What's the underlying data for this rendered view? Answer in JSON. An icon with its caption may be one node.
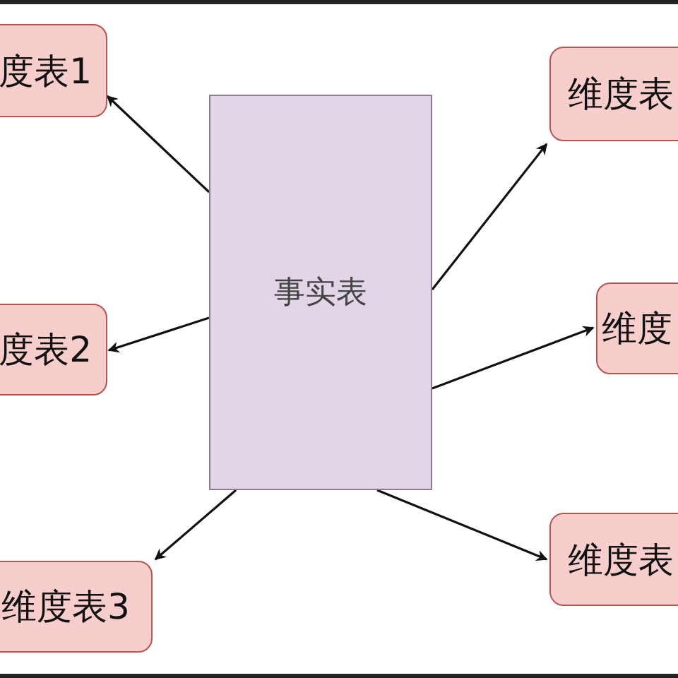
{
  "diagram": {
    "nodes": [
      {
        "text": [
          "事实表"
        ]
      },
      {
        "text": [
          "度表1"
        ]
      },
      {
        "text": [
          "维度表"
        ]
      },
      {
        "text": [
          "度表2"
        ]
      },
      {
        "text": [
          "维度"
        ]
      },
      {
        "text": [
          "维度表3"
        ]
      },
      {
        "text": [
          "维度表"
        ]
      }
    ],
    "edges": [
      {
        "from": 0,
        "to": 1,
        "arrow": "to"
      },
      {
        "from": 0,
        "to": 2,
        "arrow": "to"
      },
      {
        "from": 0,
        "to": 3,
        "arrow": "to"
      },
      {
        "from": 0,
        "to": 4,
        "arrow": "to"
      },
      {
        "from": 0,
        "to": 5,
        "arrow": "to"
      },
      {
        "from": 0,
        "to": 6,
        "arrow": "to"
      }
    ]
  }
}
